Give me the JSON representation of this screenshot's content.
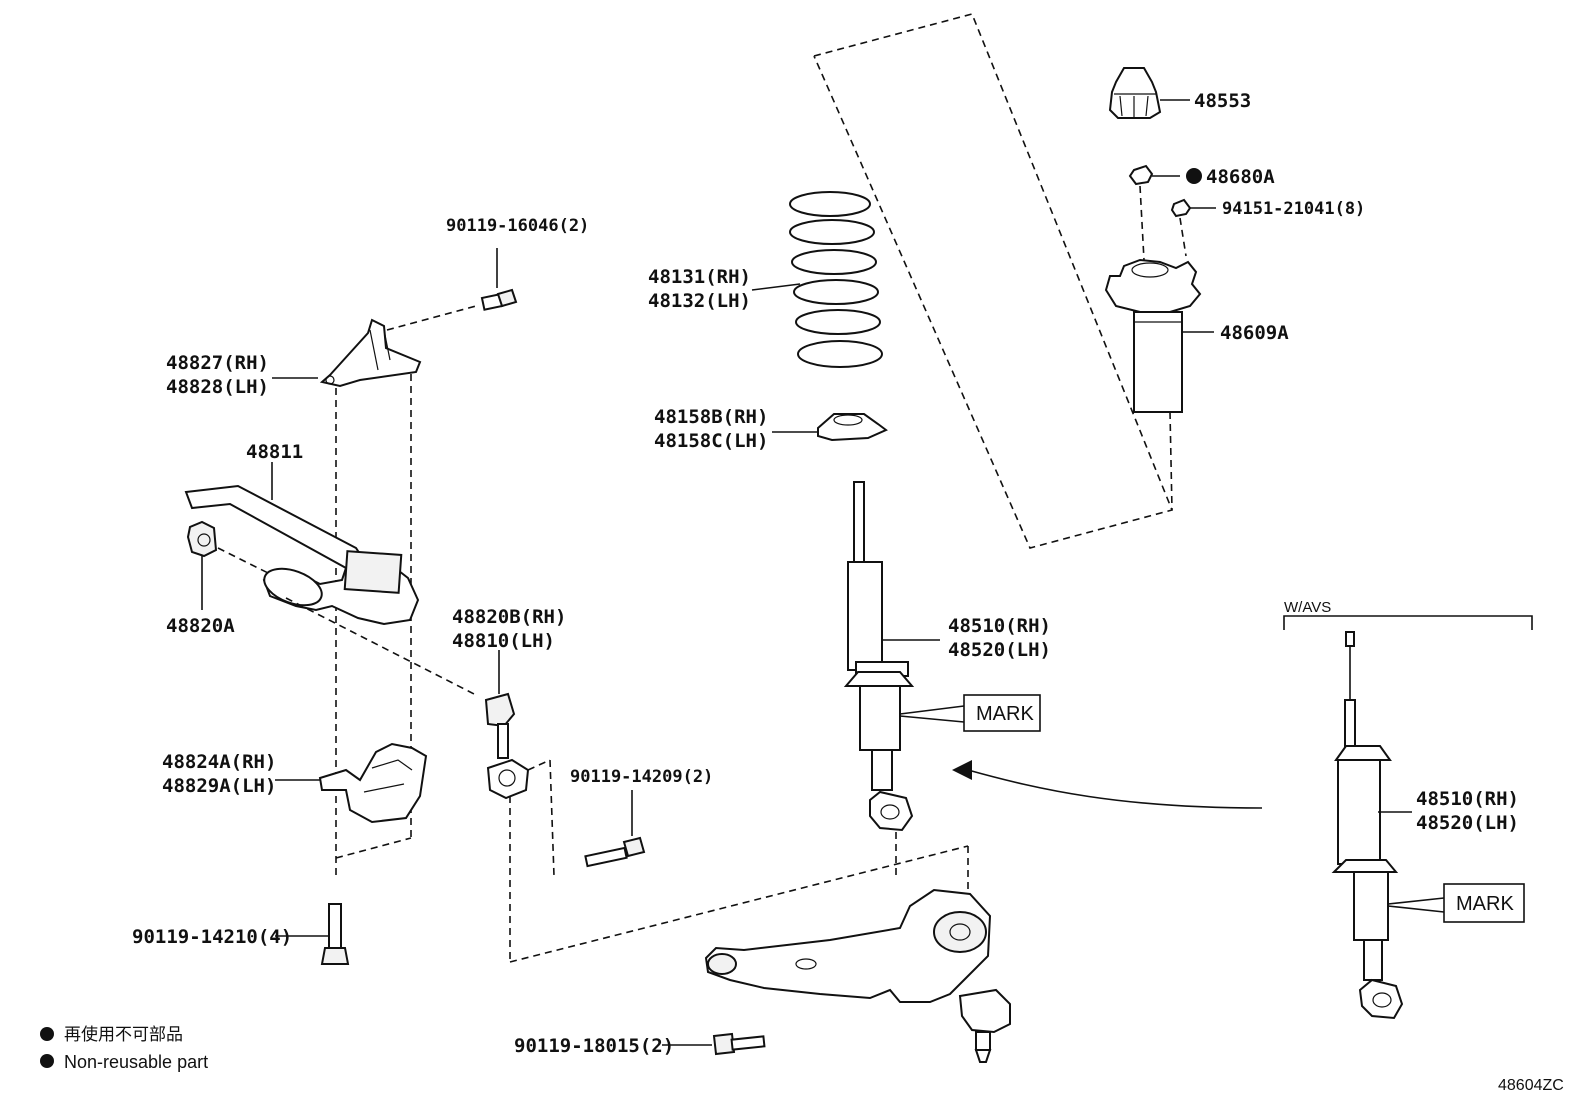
{
  "callouts": {
    "bolt_top": "90119-16046(2)",
    "bracket_rh": "48827(RH)",
    "bracket_lh": "48828(LH)",
    "stabilizer_bar": "48811",
    "bushing_a": "48820A",
    "link_rh": "48820B(RH)",
    "link_lh": "48810(LH)",
    "clamp_rh": "48824A(RH)",
    "clamp_lh": "48829A(LH)",
    "bolt_clamp": "90119-14210(4)",
    "bolt_link": "90119-14209(2)",
    "bolt_arm": "90119-18015(2)",
    "spring_rh": "48131(RH)",
    "spring_lh": "48132(LH)",
    "insulator_rh": "48158B(RH)",
    "insulator_lh": "48158C(LH)",
    "shock_rh": "48510(RH)",
    "shock_lh": "48520(LH)",
    "mark": "MARK",
    "bumper": "48553",
    "nut_nonreuse": "48680A",
    "nut_mount": "94151-21041(8)",
    "mount_assy": "48609A",
    "avs_title": "W/AVS",
    "avs_shock_rh": "48510(RH)",
    "avs_shock_lh": "48520(LH)",
    "avs_mark": "MARK"
  },
  "legend": {
    "jp": "再使用不可部品",
    "en": "Non-reusable part"
  },
  "diagram_id": "48604ZC"
}
